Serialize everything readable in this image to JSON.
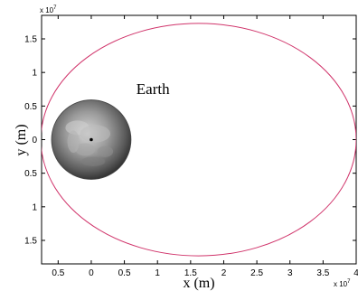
{
  "chart_data": {
    "type": "line",
    "xlabel": "x (m)",
    "ylabel": "y (m)",
    "x_multiplier_label": "x 10",
    "x_multiplier_exp": "7",
    "y_multiplier_label": "x 10",
    "y_multiplier_exp": "7",
    "xlim": [
      -0.75,
      4.0
    ],
    "ylim": [
      -1.85,
      1.85
    ],
    "grid": false,
    "x_ticks": [
      -0.5,
      0,
      0.5,
      1,
      1.5,
      2,
      2.5,
      3,
      3.5,
      4
    ],
    "x_tick_labels": [
      "0.5",
      "0",
      "0.5",
      "1",
      "1.5",
      "2",
      "2.5",
      "3",
      "3.5",
      "4"
    ],
    "y_ticks": [
      1.5,
      1,
      0.5,
      0,
      -0.5,
      -1,
      -1.5
    ],
    "y_tick_labels": [
      "1.5",
      "1",
      "0.5",
      "0",
      "0.5",
      "1",
      "1.5"
    ],
    "series": [
      {
        "kind": "ellipse",
        "center": [
          1.62,
          0
        ],
        "semi_axis_x": 2.38,
        "semi_axis_y": 1.73,
        "color": "#d0336a"
      }
    ],
    "annotations": [
      {
        "text": "Earth",
        "x": 0.68,
        "y": 0.68
      }
    ],
    "earth": {
      "center": [
        0,
        0
      ],
      "radius": 0.6
    },
    "colors": {
      "orbit": "#d0336a",
      "axes": "#000000",
      "background": "#ffffff"
    }
  }
}
